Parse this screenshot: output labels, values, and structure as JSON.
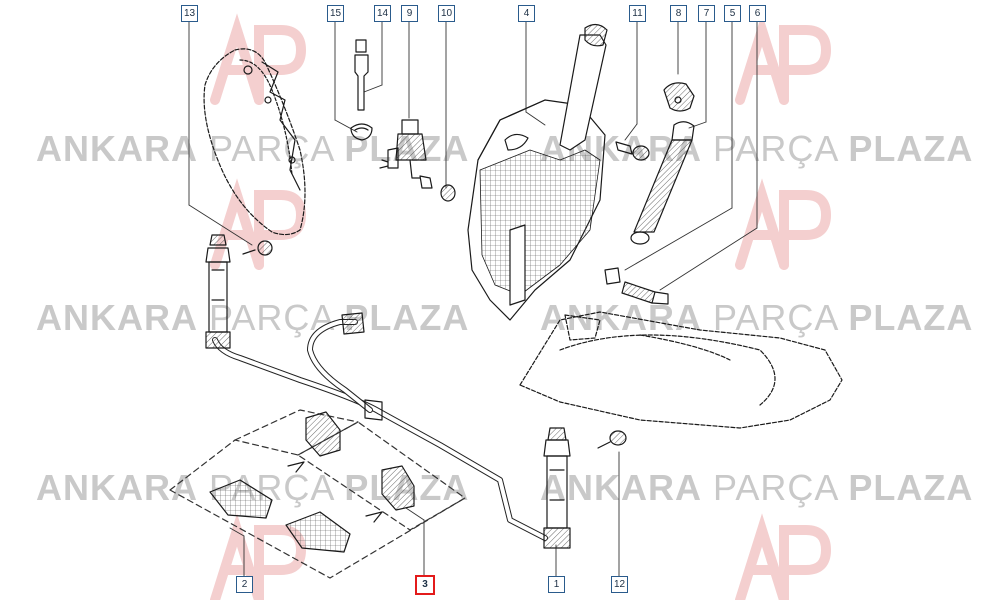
{
  "watermark": {
    "part1": "ANKARA",
    "part2": "PARÇA",
    "part3": "PLAZA",
    "logo": "AP monogram"
  },
  "callouts": [
    {
      "id": "c13",
      "label": "13"
    },
    {
      "id": "c15",
      "label": "15"
    },
    {
      "id": "c14",
      "label": "14"
    },
    {
      "id": "c9",
      "label": "9"
    },
    {
      "id": "c10",
      "label": "10"
    },
    {
      "id": "c4",
      "label": "4"
    },
    {
      "id": "c11",
      "label": "11"
    },
    {
      "id": "c8",
      "label": "8"
    },
    {
      "id": "c7",
      "label": "7"
    },
    {
      "id": "c5",
      "label": "5"
    },
    {
      "id": "c6",
      "label": "6"
    },
    {
      "id": "c2",
      "label": "2"
    },
    {
      "id": "c3",
      "label": "3",
      "highlighted": true
    },
    {
      "id": "c1",
      "label": "1"
    },
    {
      "id": "c12",
      "label": "12"
    }
  ],
  "colors": {
    "highlight": "#e31b1b",
    "callout_border": "#2a5b8c",
    "line": "#1a1a1a",
    "watermark": "#c9c9c9",
    "logo": "#f2c9c9"
  }
}
